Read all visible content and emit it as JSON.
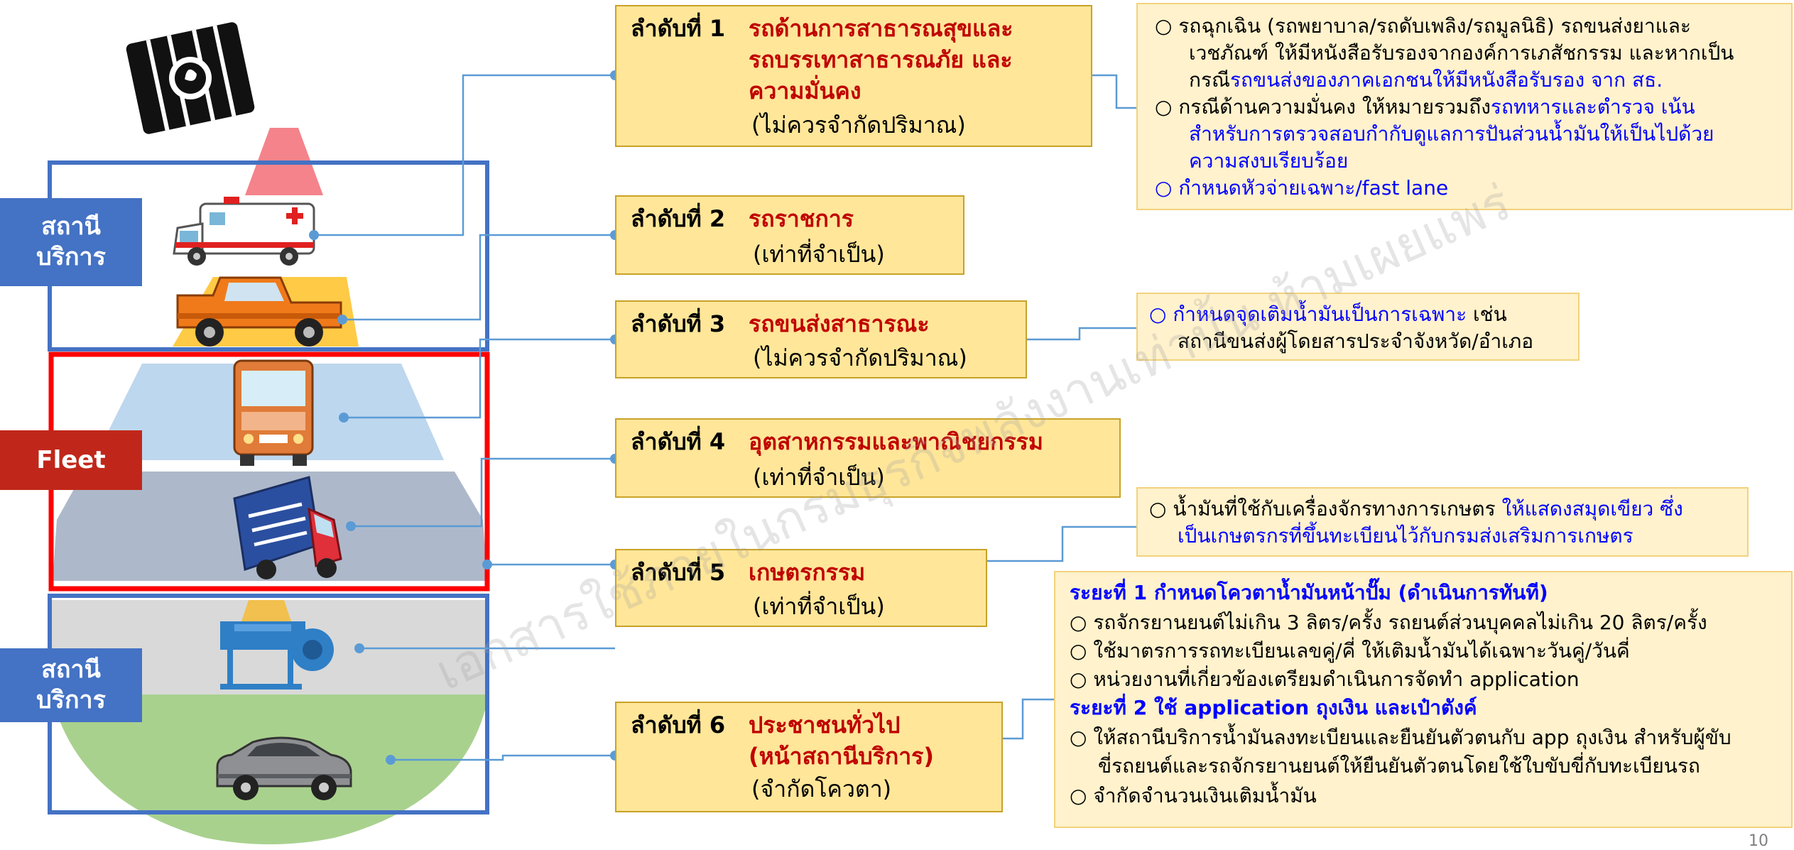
{
  "side_labels": {
    "station_top": [
      "สถานี",
      "บริการ"
    ],
    "fleet": "Fleet",
    "station_bottom": [
      "สถานี",
      "บริการ"
    ]
  },
  "priorities": [
    {
      "label": "ลำดับที่ 1",
      "title_lines": [
        "รถด้านการสาธารณสุขและ",
        "รถบรรเทาสาธารณภัย และ",
        "ความมั่นคง"
      ],
      "note": "(ไม่ควรจำกัดปริมาณ)"
    },
    {
      "label": "ลำดับที่ 2",
      "title_lines": [
        "รถราชการ"
      ],
      "note": "(เท่าที่จำเป็น)"
    },
    {
      "label": "ลำดับที่ 3",
      "title_lines": [
        "รถขนส่งสาธารณะ"
      ],
      "note": "(ไม่ควรจำกัดปริมาณ)"
    },
    {
      "label": "ลำดับที่ 4",
      "title_lines": [
        "อุตสาหกรรมและพาณิชยกรรม"
      ],
      "note": "(เท่าที่จำเป็น)"
    },
    {
      "label": "ลำดับที่ 5",
      "title_lines": [
        "เกษตรกรรม"
      ],
      "note": "(เท่าที่จำเป็น)"
    },
    {
      "label": "ลำดับที่ 6",
      "title_lines": [
        "ประชาชนทั่วไป",
        "(หน้าสถานีบริการ)"
      ],
      "note": "(จำกัดโควตา)"
    }
  ],
  "notes": {
    "n1": [
      [
        "○ รถฉุกเฉิน (รถพยาบาล/รถดับเพลิง/รถมูลนิธิ) รถขนส่งยาและ"
      ],
      [
        "เวชภัณฑ์ ให้มีหนังสือรับรองจากองค์การเภสัชกรรม และหากเป็น"
      ],
      [
        "กรณี",
        "รถขนส่งของภาคเอกชนให้มีหนังสือรับรอง จาก สธ."
      ],
      [
        "○ กรณีด้านความมั่นคง ให้หมายรวมถึง",
        "รถทหารและตำรวจ เน้น"
      ],
      [
        "สำหรับการตรวจสอบกำกับดูแลการปันส่วนน้ำมันให้เป็นไปด้วย"
      ],
      [
        "ความสงบเรียบร้อย"
      ],
      [
        "○ กำหนดหัวจ่ายเฉพาะ/fast lane"
      ]
    ],
    "n3": [
      [
        "○ กำหนดจุดเติมน้ำมันเป็นการเฉพาะ",
        " เช่น"
      ],
      [
        "สถานีขนส่งผู้โดยสารประจำจังหวัด/อำเภอ"
      ]
    ],
    "n5": [
      [
        "○ น้ำมันที่ใช้กับเครื่องจักรทางการเกษตร ",
        "ให้แสดงสมุดเขียว ซึ่ง"
      ],
      [
        "เป็นเกษตรกรที่ขึ้นทะเบียนไว้กับกรมส่งเสริมการเกษตร"
      ]
    ],
    "n6": [
      [
        "ระยะที่ 1 กำหนดโควตาน้ำมันหน้าปั๊ม (ดำเนินการทันที)"
      ],
      [
        "○ รถจักรยานยนต์ไม่เกิน 3 ลิตร/ครั้ง รถยนต์ส่วนบุคคลไม่เกิน 20 ลิตร/ครั้ง"
      ],
      [
        "○ ใช้มาตรการรถทะเบียนเลขคู่/คี่ ให้เติมน้ำมันได้เฉพาะวันคู่/วันคี่"
      ],
      [
        "○ หน่วยงานที่เกี่ยวข้องเตรียมดำเนินการจัดทำ application"
      ],
      [
        "ระยะที่ 2 ใช้ application ถุงเงิน และเป๋าตังค์"
      ],
      [
        "○ ให้สถานีบริการน้ำมันลงทะเบียนและยืนยันตัวตนกับ app ถุงเงิน สำหรับผู้ขับ"
      ],
      [
        "ขี่รถยนต์และรถจักรยานยนต์ให้ยืนยันตัวตนโดยใช้ใบขับขี่กับทะเบียนรถ"
      ],
      [
        "○ จำกัดจำนวนเงินเติมน้ำมัน"
      ]
    ]
  },
  "watermark": "เอกสารใช้ภายในกรมธุรกิจพลังงานเท่านั้น ห้ามเผยแพร่",
  "page_number": "10",
  "icons": {
    "barrel": "oil-barrel-icon",
    "ambulance": "ambulance-icon",
    "pickup": "pickup-truck-icon",
    "bus": "bus-icon",
    "truck": "delivery-truck-icon",
    "farm": "farm-machine-icon",
    "car": "car-icon"
  },
  "colors": {
    "station_blue": "#4472c4",
    "fleet_red": "#c0271a",
    "box_fill": "#ffe699",
    "priority_red": "#c00000",
    "note_blue": "#0000ff"
  }
}
